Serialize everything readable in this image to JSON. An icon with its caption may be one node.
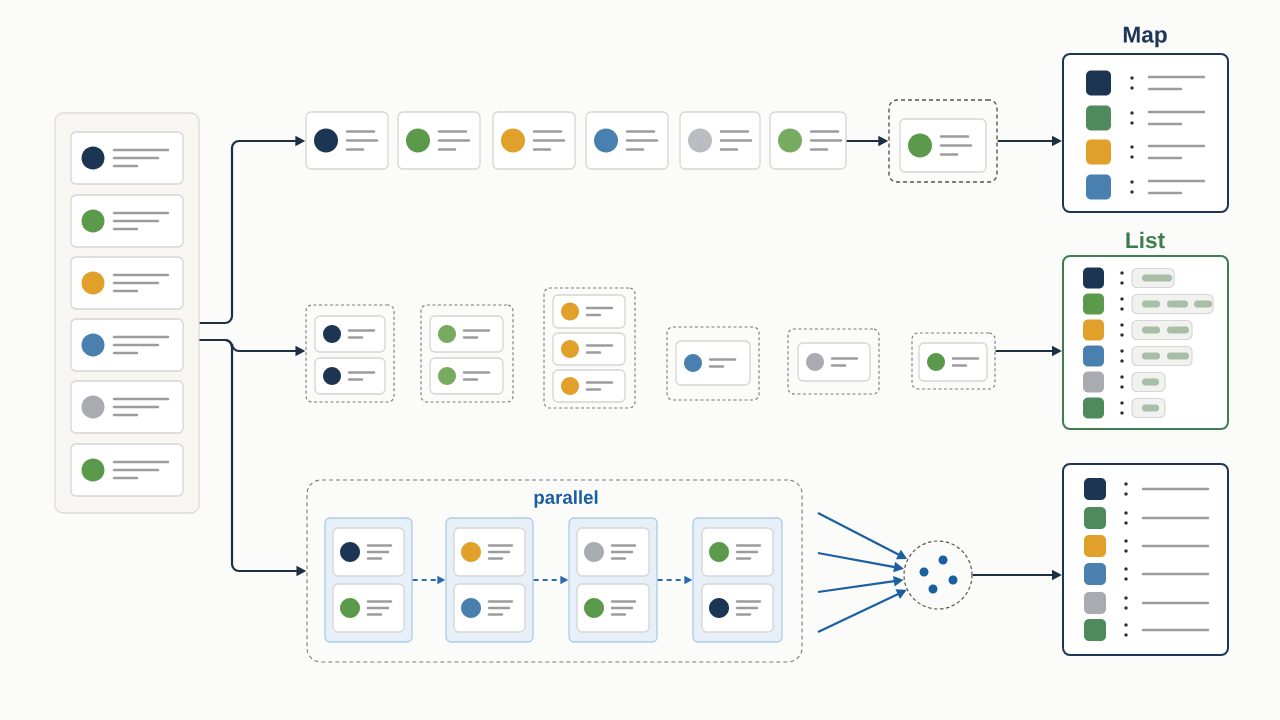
{
  "diagram": {
    "nodes": [
      {
        "text": [],
        "shape": "box"
      },
      {
        "text": [],
        "shape": "box",
        "in": 0
      },
      {
        "text": [],
        "shape": "box",
        "in": 0
      },
      {
        "text": [],
        "shape": "box",
        "in": 0
      },
      {
        "text": [],
        "shape": "box",
        "in": 0
      },
      {
        "text": [],
        "shape": "box",
        "in": 0
      },
      {
        "text": [],
        "shape": "box",
        "in": 0
      },
      {
        "text": [],
        "shape": "box"
      },
      {
        "text": [],
        "shape": "box"
      },
      {
        "text": [],
        "shape": "box"
      },
      {
        "text": [],
        "shape": "box"
      },
      {
        "text": [],
        "shape": "box"
      },
      {
        "text": [],
        "shape": "box"
      },
      {
        "text": [],
        "shape": "box"
      },
      {
        "text": [],
        "shape": "box",
        "in": 13
      },
      {
        "text": [
          "Map"
        ]
      },
      {
        "text": [],
        "shape": "box"
      },
      {
        "text": [],
        "shape": "box",
        "in": 16
      },
      {
        "text": [],
        "shape": "box",
        "in": 16
      },
      {
        "text": [],
        "shape": "box"
      },
      {
        "text": [],
        "shape": "box",
        "in": 19
      },
      {
        "text": [],
        "shape": "box",
        "in": 19
      },
      {
        "text": [],
        "shape": "box"
      },
      {
        "text": [],
        "shape": "box",
        "in": 22
      },
      {
        "text": [],
        "shape": "box",
        "in": 22
      },
      {
        "text": [],
        "shape": "box",
        "in": 22
      },
      {
        "text": [],
        "shape": "box"
      },
      {
        "text": [],
        "shape": "box",
        "in": 26
      },
      {
        "text": [],
        "shape": "box"
      },
      {
        "text": [],
        "shape": "box",
        "in": 28
      },
      {
        "text": [],
        "shape": "box"
      },
      {
        "text": [],
        "shape": "box",
        "in": 30
      },
      {
        "text": [
          "List"
        ]
      },
      {
        "text": [
          "parallel"
        ]
      },
      {
        "text": [],
        "shape": "box",
        "in": 33
      },
      {
        "text": [],
        "shape": "box",
        "in": 34
      },
      {
        "text": [],
        "shape": "box",
        "in": 34
      },
      {
        "text": [],
        "shape": "box",
        "in": 33
      },
      {
        "text": [],
        "shape": "box",
        "in": 37
      },
      {
        "text": [],
        "shape": "box",
        "in": 37
      },
      {
        "text": [],
        "shape": "box",
        "in": 33
      },
      {
        "text": [],
        "shape": "box",
        "in": 40
      },
      {
        "text": [],
        "shape": "box",
        "in": 40
      },
      {
        "text": [],
        "shape": "box",
        "in": 33
      },
      {
        "text": [],
        "shape": "box",
        "in": 43
      },
      {
        "text": [],
        "shape": "box",
        "in": 43
      },
      {
        "text": [],
        "shape": "circle"
      },
      {
        "text": [],
        "shape": "box"
      }
    ],
    "edges": [
      {
        "from": 0,
        "to": 7,
        "arrow": "to"
      },
      {
        "from": 0,
        "to": 16,
        "arrow": "to"
      },
      {
        "from": 0,
        "to": 33,
        "arrow": "to"
      },
      {
        "from": 12,
        "to": 13,
        "arrow": "to"
      },
      {
        "from": 13,
        "to": 15,
        "arrow": "to"
      },
      {
        "from": 30,
        "to": 32,
        "arrow": "to"
      },
      {
        "from": 34,
        "to": 37,
        "arrow": "to",
        "style": "dashed",
        "color": "#2a6ab0"
      },
      {
        "from": 37,
        "to": 40,
        "arrow": "to",
        "style": "dashed",
        "color": "#2a6ab0"
      },
      {
        "from": 40,
        "to": 43,
        "arrow": "to",
        "style": "dashed",
        "color": "#2a6ab0"
      },
      {
        "from": null,
        "to": 46,
        "arrow": "to",
        "color": "#1a5fa0"
      },
      {
        "from": null,
        "to": 46,
        "arrow": "to",
        "color": "#1a5fa0"
      },
      {
        "from": null,
        "to": 46,
        "arrow": "to",
        "color": "#1a5fa0"
      },
      {
        "from": null,
        "to": 46,
        "arrow": "to",
        "color": "#1a5fa0"
      },
      {
        "from": 46,
        "to": 47,
        "arrow": "to"
      }
    ]
  }
}
